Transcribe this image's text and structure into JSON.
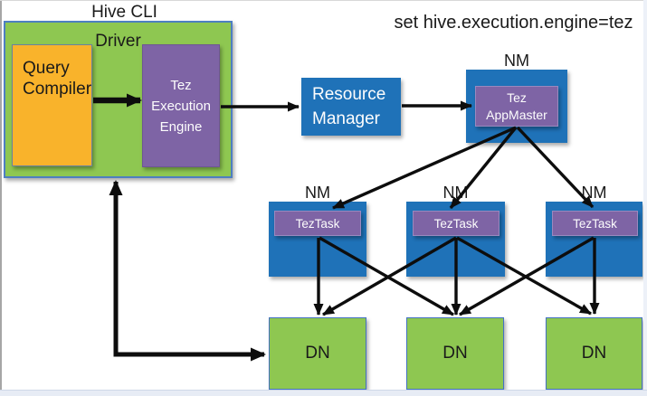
{
  "header": {
    "hive_cli": "Hive CLI",
    "config": "set hive.execution.engine=tez"
  },
  "driver": {
    "label": "Driver",
    "query_compiler": "Query\nCompiler",
    "tez_engine": "Tez\nExecution\nEngine"
  },
  "resource_manager": {
    "label": "Resource\nManager"
  },
  "appmaster": {
    "nm_label": "NM",
    "label": "Tez\nAppMaster"
  },
  "nm_nodes": [
    {
      "label": "NM",
      "task": "TezTask"
    },
    {
      "label": "NM",
      "task": "TezTask"
    },
    {
      "label": "NM",
      "task": "TezTask"
    }
  ],
  "dn_nodes": [
    {
      "label": "DN"
    },
    {
      "label": "DN"
    },
    {
      "label": "DN"
    }
  ],
  "colors": {
    "green": "#8EC751",
    "yellow": "#F9B32B",
    "purple": "#7E64A5",
    "blue": "#1F72B8",
    "arrow": "#0d0d0d",
    "dn_border": "#4472C4"
  }
}
